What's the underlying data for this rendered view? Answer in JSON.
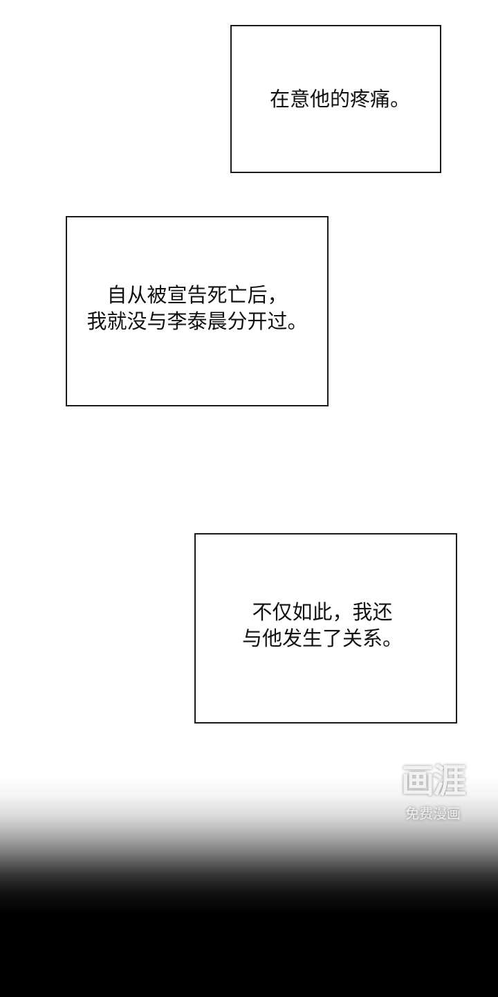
{
  "panels": [
    {
      "id": "caption-box-1",
      "text": "在意他的疼痛。"
    },
    {
      "id": "caption-box-2",
      "text": "自从被宣告死亡后，\n我就没与李泰晨分开过。"
    },
    {
      "id": "caption-box-3",
      "text": "不仅如此，我还\n与他发生了关系。"
    }
  ],
  "watermark": {
    "logo": "画涯",
    "subtitle": "免费漫画"
  },
  "colors": {
    "border": "#1a1a1a",
    "text": "#111111",
    "gradient_end": "#000000"
  }
}
